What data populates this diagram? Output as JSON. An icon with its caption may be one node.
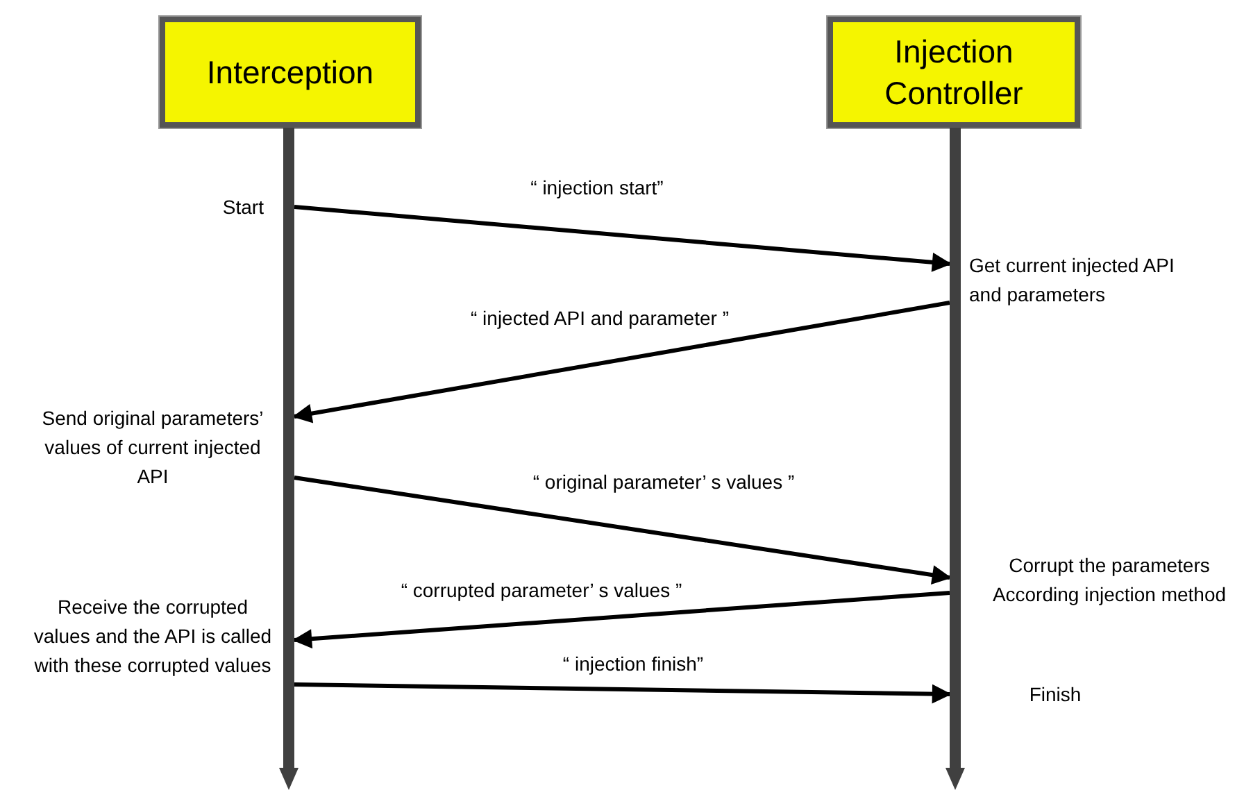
{
  "diagram": {
    "nodes": [
      {
        "text": [
          "Interception"
        ]
      },
      {
        "text": [
          "Injection Controller"
        ]
      },
      {
        "text": [],
        "shape": "bar"
      },
      {
        "text": [],
        "shape": "bar"
      }
    ],
    "edges": [
      {
        "from": 2,
        "to": 3,
        "arrow": "to",
        "label": "“ injection start”"
      },
      {
        "from": 3,
        "to": 2,
        "arrow": "to",
        "label": "“ injected API and parameter ”"
      },
      {
        "from": 2,
        "to": 3,
        "arrow": "to",
        "label": "“ original parameter’ s values ”"
      },
      {
        "from": 3,
        "to": 2,
        "arrow": "to",
        "label": "“ corrupted parameter’ s values ”"
      },
      {
        "from": 2,
        "to": 3,
        "arrow": "to",
        "label": "“ injection finish”"
      }
    ],
    "labels": [
      "Start",
      "Get current injected API and parameters",
      "Send original parameters’ values of current injected API",
      "Corrupt the parameters According injection method",
      "Receive the corrupted values and the API is called with these corrupted values",
      "Finish"
    ]
  }
}
